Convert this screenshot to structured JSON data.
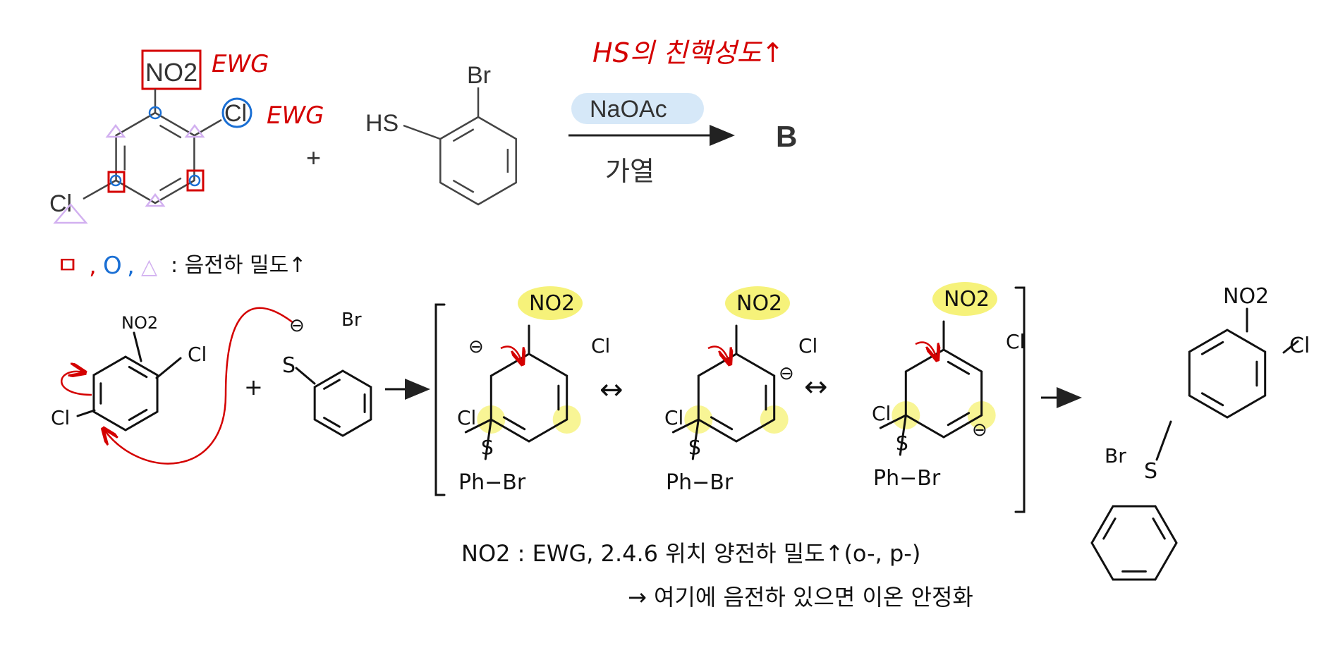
{
  "colors": {
    "red": "#d40000",
    "blue": "#1a6fd4",
    "lavender": "#d2b0f0",
    "highlight": "#f6f27a",
    "pill": "#d6e8f8"
  },
  "reaction": {
    "reactant1": {
      "nitro": "NO2",
      "cl_right": "Cl",
      "cl_left": "Cl",
      "ewg_nitro": "EWG",
      "ewg_cl": "EWG"
    },
    "plus": "+",
    "reactant2": {
      "hs": "HS",
      "br": "Br"
    },
    "reagent": "NaOAc",
    "condition": "가열",
    "product": "B",
    "annotation": "HS의 친핵성도↑"
  },
  "legend": {
    "square": "ㅁ",
    "circle": "O",
    "triangle": "△",
    "separator": ",",
    "text": ": 음전하 밀도↑"
  },
  "mechanism": {
    "reactant": {
      "nitro": "NO2",
      "cl_right": "Cl",
      "cl_left": "Cl"
    },
    "plus": "+",
    "thiolate": {
      "s": "S",
      "charge": "⊖",
      "br": "Br"
    },
    "intermediates": [
      {
        "nitro": "NO2",
        "cl_right": "Cl",
        "cl_left": "Cl",
        "s": "S",
        "ph_br": "Ph−Br",
        "charge": "⊖"
      },
      {
        "nitro": "NO2",
        "cl_right": "Cl",
        "cl_left": "Cl",
        "s": "S",
        "ph_br": "Ph−Br",
        "charge": "⊖"
      },
      {
        "nitro": "NO2",
        "cl_right": "Cl",
        "cl_left": "Cl",
        "s": "S",
        "ph_br": "Ph−Br",
        "charge": "⊖"
      }
    ],
    "resonance_arrow": "↔",
    "product": {
      "nitro": "NO2",
      "cl": "Cl",
      "s": "S",
      "br": "Br"
    }
  },
  "notes": {
    "line1": "NO2 : EWG, 2.4.6 위치 양전하 밀도↑(o-, p-)",
    "line2": "→ 여기에 음전하 있으면 이온 안정화"
  }
}
